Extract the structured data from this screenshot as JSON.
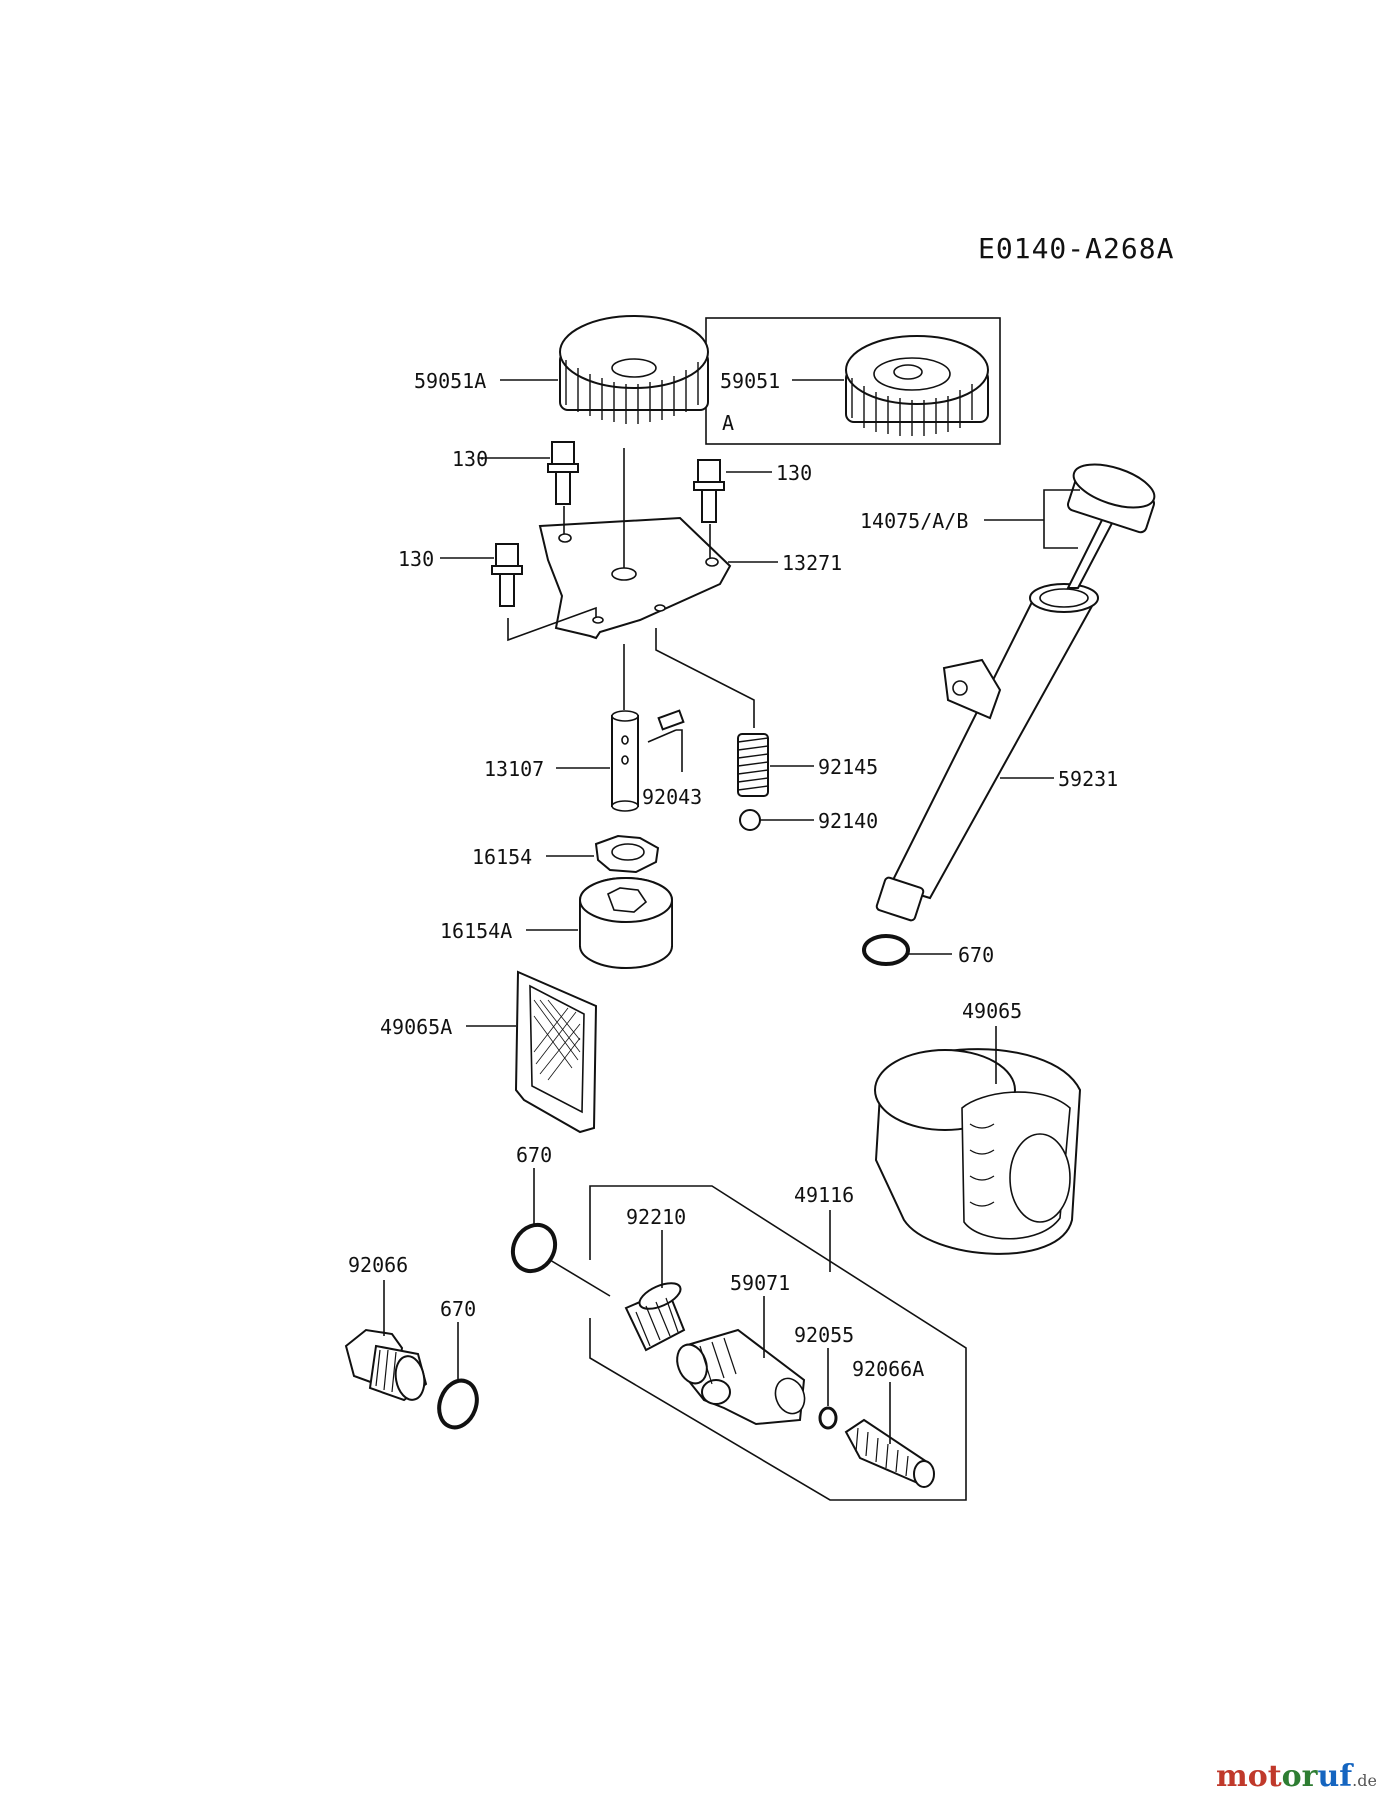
{
  "diagram_code": "E0140-A268A",
  "inset_label": "A",
  "parts": {
    "p59051A": "59051A",
    "p59051": "59051",
    "p130_a": "130",
    "p130_b": "130",
    "p130_c": "130",
    "p13271": "13271",
    "p14075": "14075/A/B",
    "p13107": "13107",
    "p92043": "92043",
    "p92145": "92145",
    "p92140": "92140",
    "p59231": "59231",
    "p16154": "16154",
    "p16154A": "16154A",
    "p670_a": "670",
    "p49065": "49065",
    "p49065A": "49065A",
    "p670_b": "670",
    "p92210": "92210",
    "p49116": "49116",
    "p92066": "92066",
    "p670_c": "670",
    "p59071": "59071",
    "p92055": "92055",
    "p92066A": "92066A"
  },
  "watermark": {
    "part1": "mot",
    "part2": "or",
    "part3": "uf",
    "suffix": ".de"
  }
}
